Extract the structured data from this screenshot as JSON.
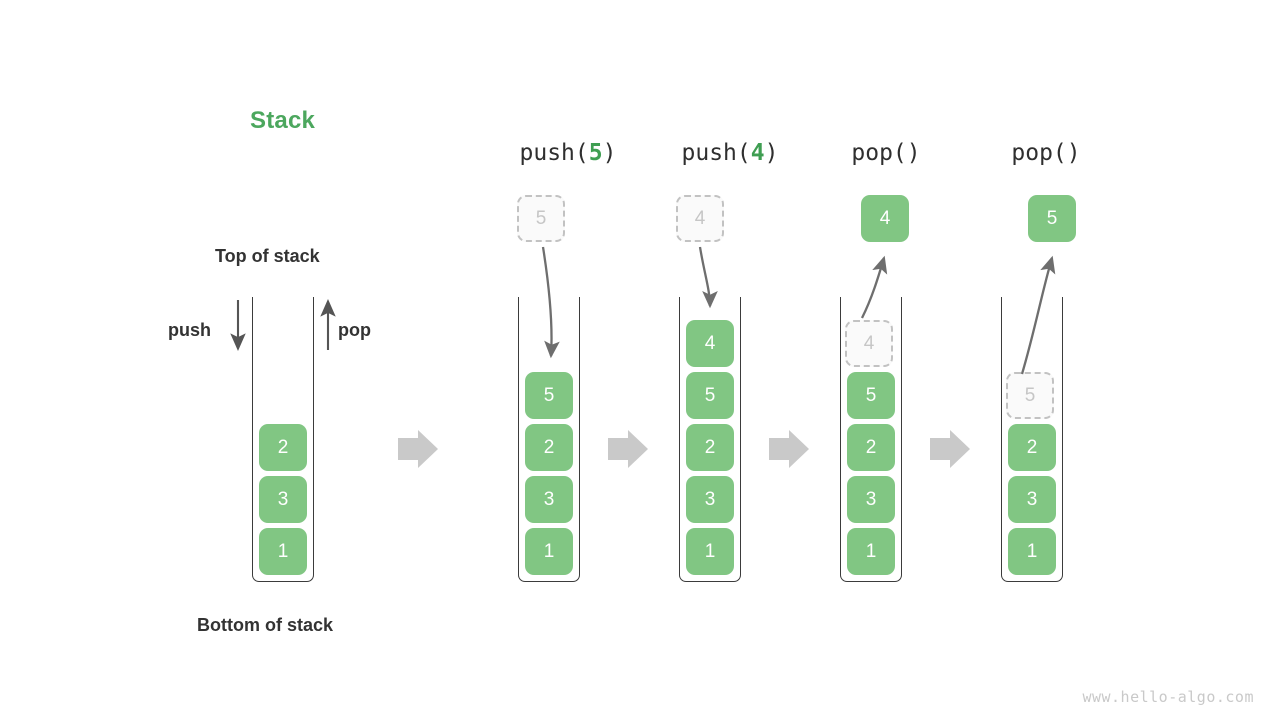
{
  "diagram": {
    "title": "Stack",
    "title_color": "#4ca75e",
    "top_label": "Top of stack",
    "bottom_label": "Bottom of stack",
    "push_label": "push",
    "pop_label": "pop",
    "watermark": "www.hello-algo.com",
    "cell_color": "#81c683",
    "ghost_fill": "#fafafa",
    "ghost_border": "#c2c2c2",
    "ghost_text": "#c6c6c6",
    "arrow_color": "#6e6e6e",
    "step_arrow_color": "#c9c9c9",
    "container_border": "#3b3b3b"
  },
  "columns": [
    {
      "id": "initial",
      "caption_prefix": "",
      "caption_arg": "",
      "caption_suffix": "",
      "stack": [
        "2",
        "3",
        "1"
      ],
      "ghost_in_stack": null,
      "floating": null,
      "floating_kind": "none"
    },
    {
      "id": "push5",
      "caption_prefix": "push(",
      "caption_arg": "5",
      "caption_suffix": ")",
      "stack": [
        "5",
        "2",
        "3",
        "1"
      ],
      "ghost_in_stack": null,
      "floating": "5",
      "floating_kind": "ghost"
    },
    {
      "id": "push4",
      "caption_prefix": "push(",
      "caption_arg": "4",
      "caption_suffix": ")",
      "stack": [
        "4",
        "5",
        "2",
        "3",
        "1"
      ],
      "ghost_in_stack": null,
      "floating": "4",
      "floating_kind": "ghost"
    },
    {
      "id": "pop4",
      "caption_prefix": "pop(",
      "caption_arg": "",
      "caption_suffix": ")",
      "stack": [
        "4",
        "5",
        "2",
        "3",
        "1"
      ],
      "ghost_in_stack": "4",
      "floating": "4",
      "floating_kind": "solid"
    },
    {
      "id": "pop5",
      "caption_prefix": "pop(",
      "caption_arg": "",
      "caption_suffix": ")",
      "stack": [
        "5",
        "2",
        "3",
        "1"
      ],
      "ghost_in_stack": "5",
      "floating": "5",
      "floating_kind": "solid"
    }
  ],
  "step_arrows": [
    "step-arrow-1",
    "step-arrow-2",
    "step-arrow-3",
    "step-arrow-4"
  ]
}
